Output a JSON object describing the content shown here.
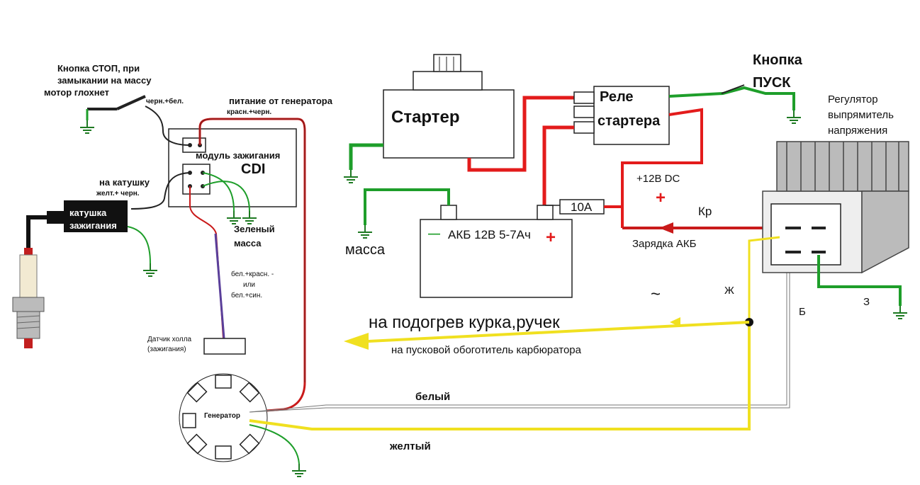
{
  "labels": {
    "stop_button": [
      "Кнопка СТОП, при",
      "замыкании на массу",
      "мотор глохнет"
    ],
    "stop_wire": "черн.+бел.",
    "gen_power": "питание от генератора",
    "gen_power_wire": "красн.+черн.",
    "cdi_module": "модуль зажигания",
    "cdi": "CDI",
    "to_coil": "на катушку",
    "coil_wire": "желт.+ черн.",
    "coil": [
      "катушка",
      "зажигания"
    ],
    "green_ground": [
      "Зеленый",
      "масса"
    ],
    "hall_wire": [
      "бел.+красн. -",
      "или",
      "бел.+син."
    ],
    "hall_sensor": [
      "Датчик холла",
      "(зажигания)"
    ],
    "generator": "Генератор",
    "starter": "Стартер",
    "relay": [
      "Реле",
      "стартера"
    ],
    "start_button": [
      "Кнопка",
      "ПУСК"
    ],
    "regulator": [
      "Регулятор",
      "выпрямитель",
      "напряжения"
    ],
    "plus12": "+12В  DC",
    "plus_sign": "+",
    "kr": "Кр",
    "charging": "Зарядка АКБ",
    "fuse": "10А",
    "battery": "АКБ 12В 5-7Ач",
    "battery_minus": "—",
    "battery_plus": "+",
    "ground": "масса",
    "ac": "~",
    "zh": "Ж",
    "b": "Б",
    "z": "З",
    "heating": "на подогрев курка,ручек",
    "carb": "на пусковой обоготитель карбюратора",
    "white": "белый",
    "yellow": "желтый"
  },
  "colors": {
    "red_wire": "#e31b1b",
    "green_wire": "#1e9e2a",
    "yellow_wire": "#f0e020",
    "purple_wire": "#5a3f9a"
  }
}
